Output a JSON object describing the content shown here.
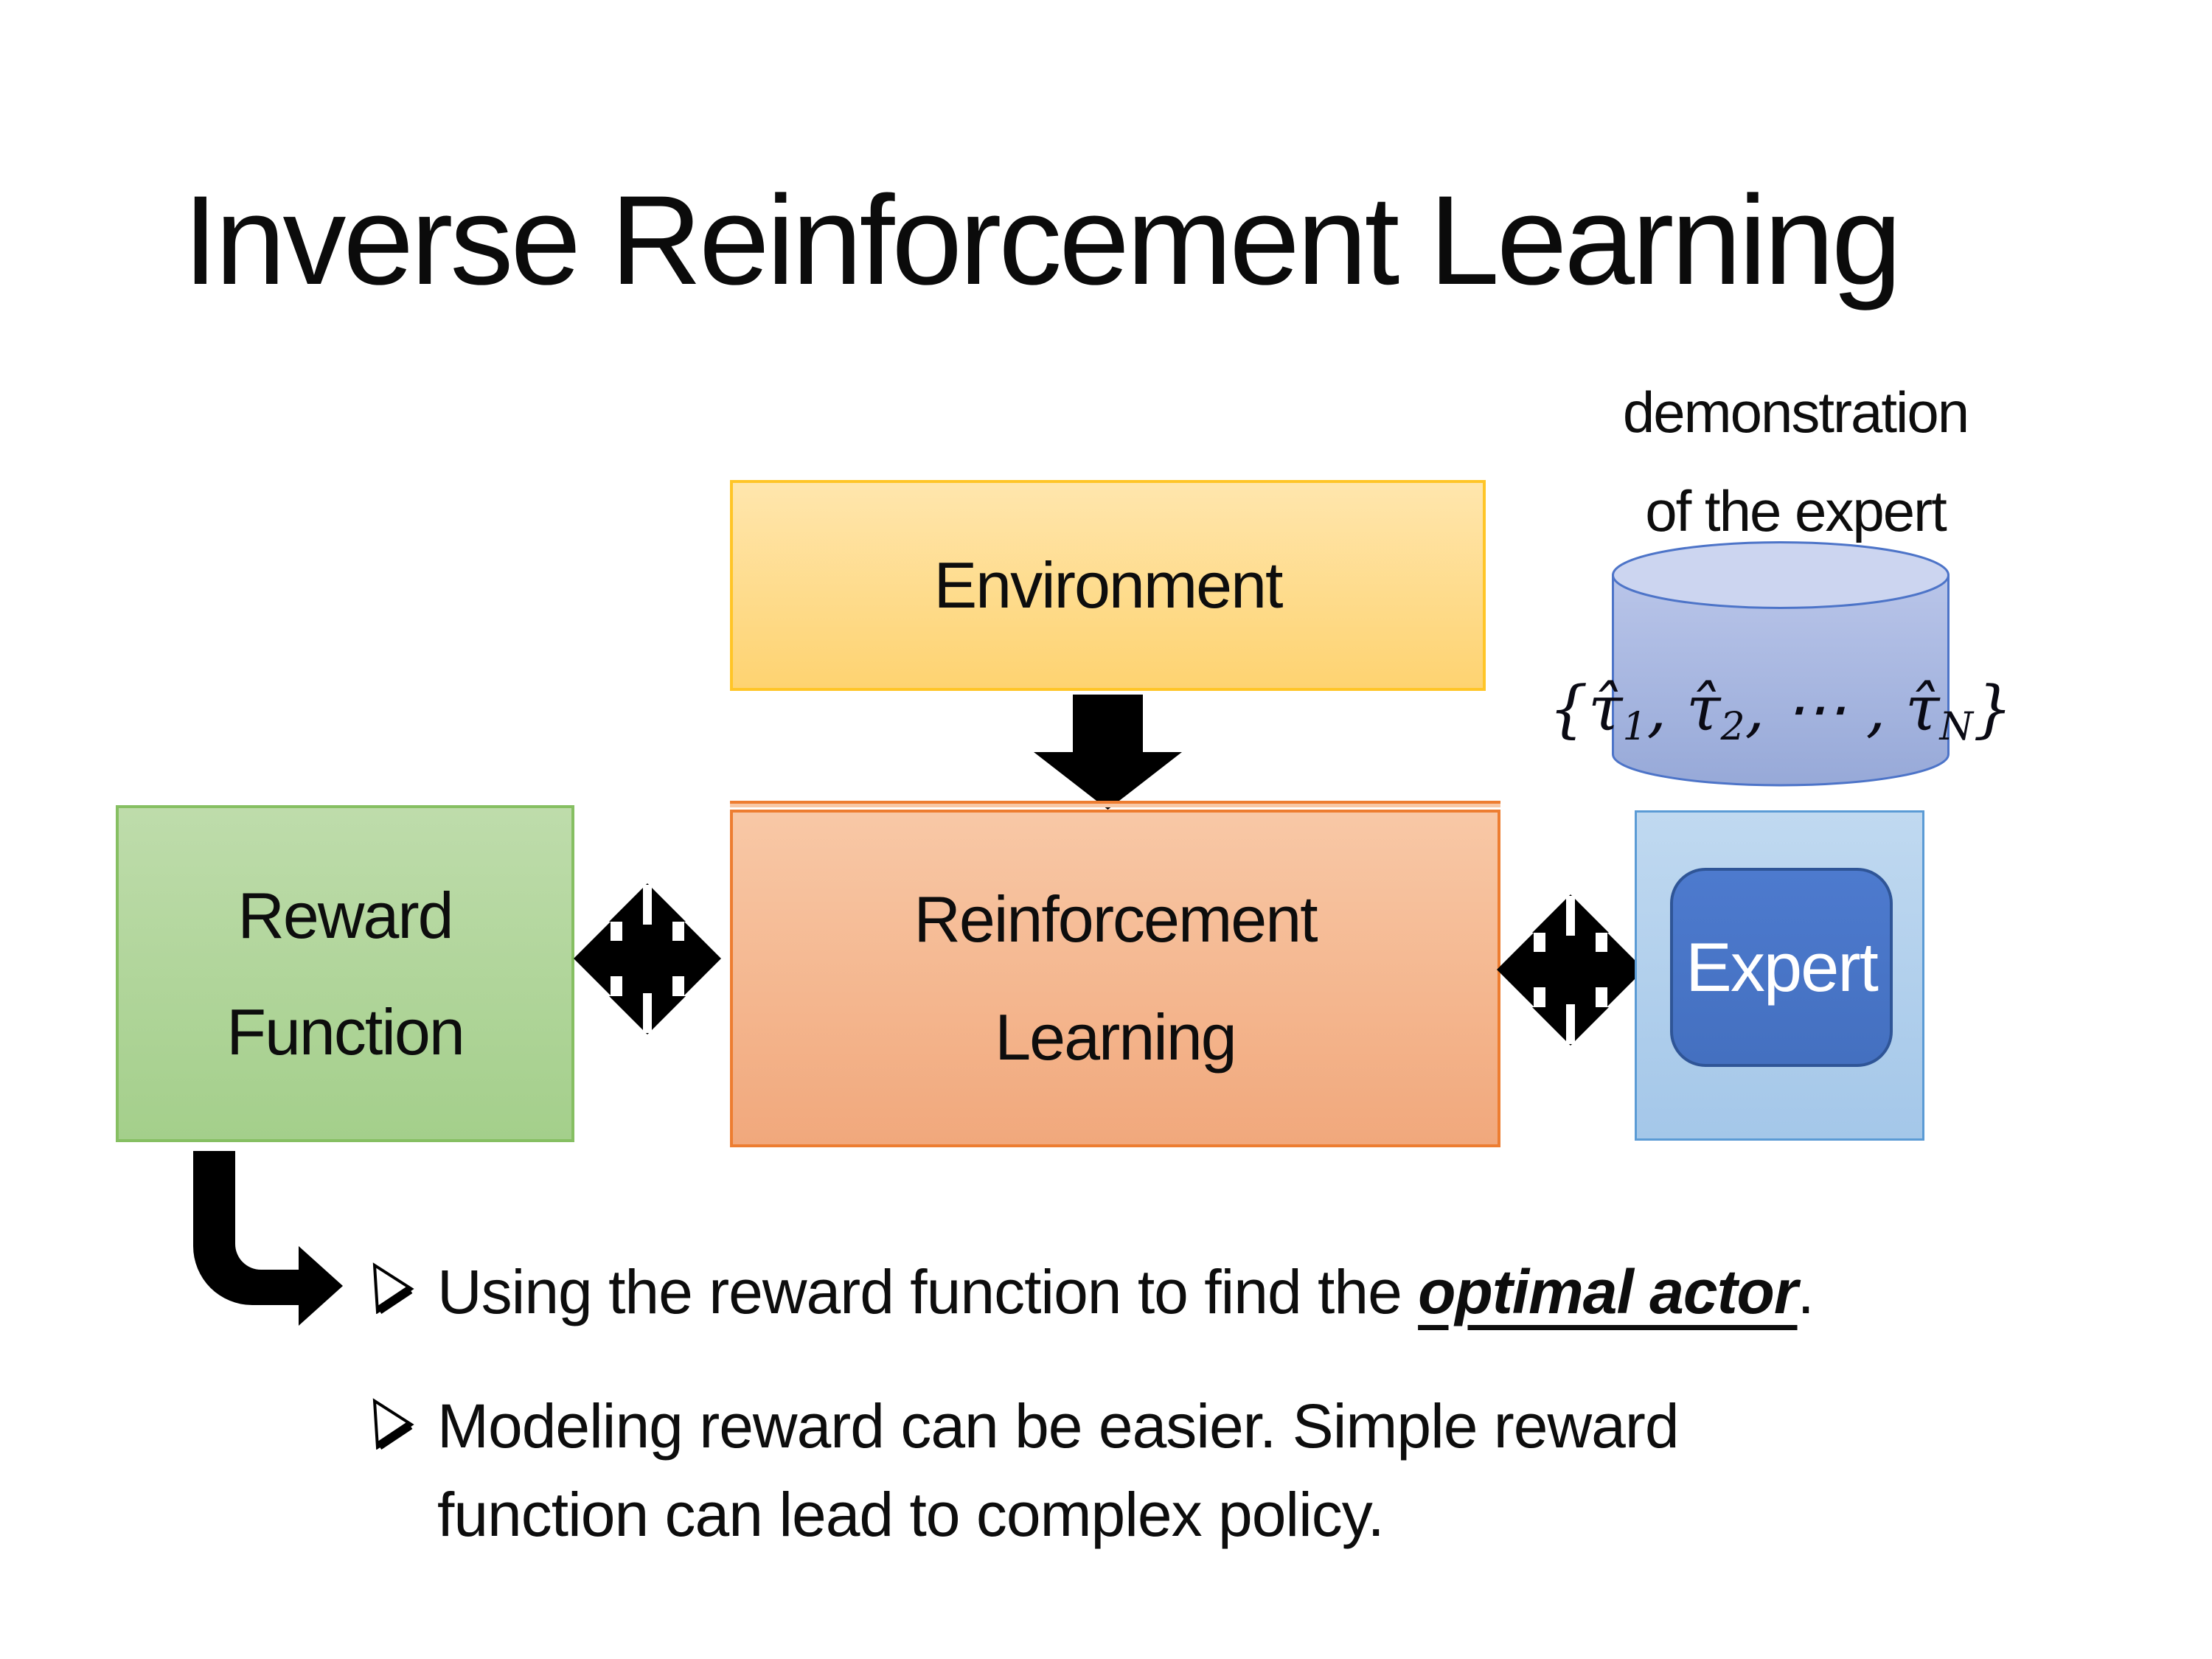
{
  "slide": {
    "title": "Inverse Reinforcement Learning",
    "annotation": {
      "line1": "demonstration",
      "line2": "of the expert"
    },
    "boxes": {
      "environment": {
        "label": "Environment"
      },
      "reward": {
        "label_line1": "Reward",
        "label_line2": "Function"
      },
      "rl": {
        "label_line1": "Reinforcement",
        "label_line2": "Learning"
      },
      "expert": {
        "label": "Expert"
      }
    },
    "formula": {
      "open": "{",
      "tau": "τ̂",
      "sub1": "1",
      "comma1": ", ",
      "sub2": "2",
      "dots": ", ⋯ , ",
      "subN": "N",
      "close": "}"
    },
    "bullets": {
      "item1": {
        "prefix": "Using the reward function to find the ",
        "emphasis": "optimal actor",
        "suffix": "."
      },
      "item2": {
        "line1": "Modeling reward can be easier. Simple reward",
        "line2": "function can lead to complex policy."
      }
    },
    "colors": {
      "env_fill_top": "#ffe6ad",
      "env_fill_bottom": "#fed371",
      "env_border": "#ffc527",
      "green_fill_top": "#bedcab",
      "green_fill_bottom": "#a4cf8b",
      "green_border": "#86bf62",
      "orange_fill_top": "#f8c8a6",
      "orange_fill_bottom": "#f1a87c",
      "orange_border": "#ed7d31",
      "cyl_fill_top": "#b9c5e9",
      "cyl_fill_bottom": "#97a9d8",
      "cyl_top_face": "#ccd5f0",
      "cyl_border": "#4d74c8",
      "panel_fill_top": "#c0d9f0",
      "panel_fill_bottom": "#a4c7e9",
      "panel_border": "#5b9bd5",
      "expert_fill_top": "#4d7ace",
      "expert_fill_bottom": "#4470c0",
      "expert_border": "#2f5597",
      "expert_text": "#ffffff",
      "arrow_black": "#000000"
    }
  }
}
